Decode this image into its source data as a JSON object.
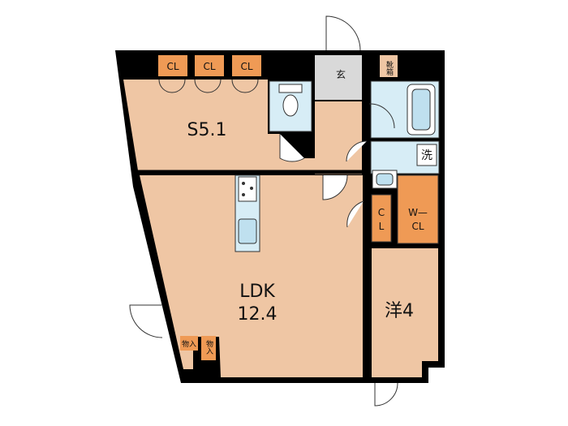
{
  "rooms": {
    "service_room": {
      "name": "S5.1"
    },
    "ldk": {
      "name": "LDK",
      "size": "12.4"
    },
    "western_room": {
      "name": "洋4"
    },
    "entrance": {
      "name": "玄"
    },
    "shoe_box": {
      "name": "靴箱"
    },
    "laundry": {
      "name": "洗"
    },
    "walk_in_closet": {
      "line1": "W—",
      "line2": "CL"
    },
    "closet_small": {
      "line1": "C",
      "line2": "L"
    },
    "storage_1": {
      "name": "物入"
    },
    "storage_2": {
      "name": "物入"
    }
  },
  "closets": {
    "cl1": "CL",
    "cl2": "CL",
    "cl3": "CL"
  },
  "colors": {
    "room_fill": "#efc6a4",
    "wet_fill": "#d7edf6",
    "entrance_fill": "#d9d9d9",
    "closet_fill": "#ef9a55",
    "wall": "#000000"
  }
}
